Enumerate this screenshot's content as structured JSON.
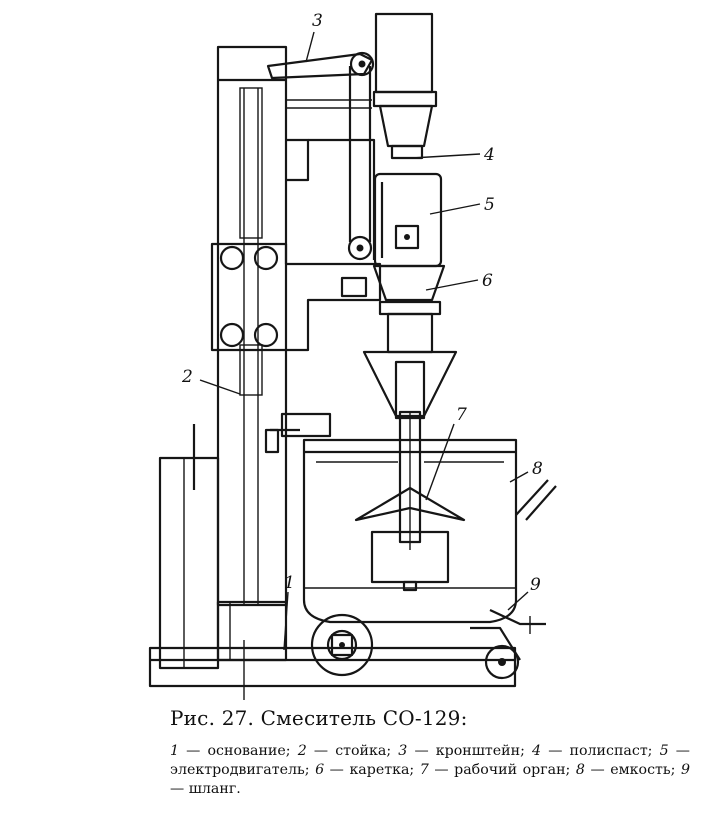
{
  "figure": {
    "title": "Рис. 27. Смеситель СО-129:",
    "callouts": [
      "1",
      "2",
      "3",
      "4",
      "5",
      "6",
      "7",
      "8",
      "9"
    ],
    "legend": [
      {
        "num": "1",
        "text": "основание;"
      },
      {
        "num": "2",
        "text": "стойка;"
      },
      {
        "num": "3",
        "text": "кронштейн;"
      },
      {
        "num": "4",
        "text": "полиспаст;"
      },
      {
        "num": "5",
        "text": "электродвигатель;"
      },
      {
        "num": "6",
        "text": "каретка;"
      },
      {
        "num": "7",
        "text": "рабочий орган;"
      },
      {
        "num": "8",
        "text": "емкость;"
      },
      {
        "num": "9",
        "text": "шланг."
      }
    ]
  }
}
